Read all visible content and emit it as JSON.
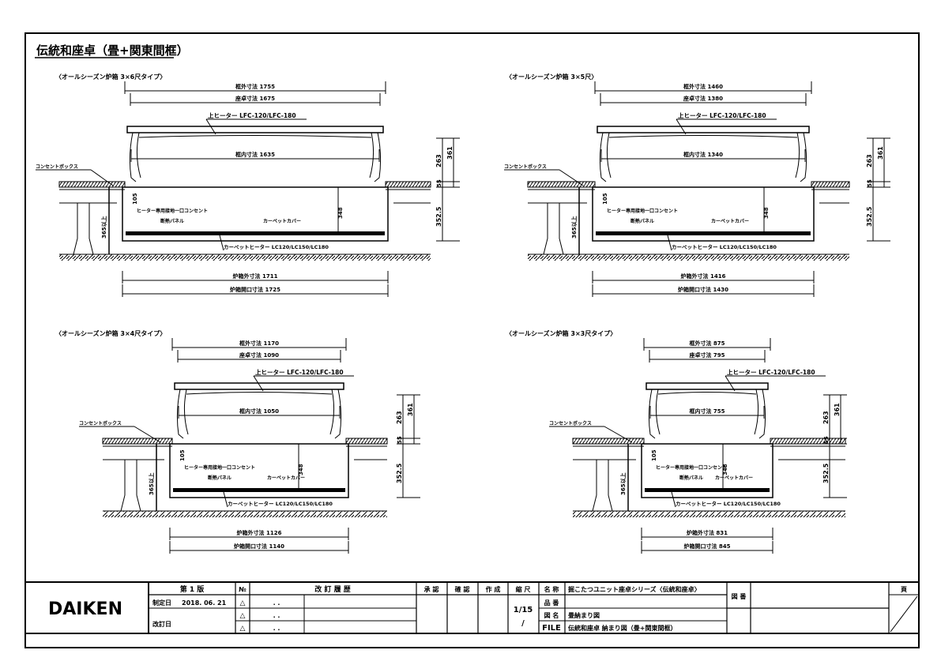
{
  "title": "伝統和座卓（畳+関東間框）",
  "labels": {
    "outlet_box": "コンセントボックス",
    "upper_heater": "上ヒーター LFC-120/LFC-180",
    "heater_outlet": "ヒーター専用接地一口コンセント",
    "insulation_panel": "断熱パネル",
    "carpet_cover": "カーペットカバー",
    "carpet_heater": "カーペットヒーター LC120/LC150/LC180",
    "height_348": "348",
    "height_105": "105",
    "height_365": "365以上",
    "right_dims": [
      "263",
      "361",
      "55",
      "352.5"
    ]
  },
  "sections": [
    {
      "heading": "〈オールシーズン炉箱 3×6尺タイプ〉",
      "outer": "框外寸法 1755",
      "seat": "座卓寸法 1675",
      "inner": "框内寸法 1635",
      "pit": "炉箱外寸法 1711",
      "opening": "炉箱開口寸法 1725"
    },
    {
      "heading": "〈オールシーズン炉箱 3×5尺〉",
      "outer": "框外寸法 1460",
      "seat": "座卓寸法 1380",
      "inner": "框内寸法 1340",
      "pit": "炉箱外寸法 1416",
      "opening": "炉箱開口寸法 1430"
    },
    {
      "heading": "〈オールシーズン炉箱 3×4尺タイプ〉",
      "outer": "框外寸法 1170",
      "seat": "座卓寸法 1090",
      "inner": "框内寸法 1050",
      "pit": "炉箱外寸法 1126",
      "opening": "炉箱開口寸法 1140"
    },
    {
      "heading": "〈オールシーズン炉箱 3×3尺タイプ〉",
      "outer": "框外寸法 875",
      "seat": "座卓寸法 795",
      "inner": "框内寸法 755",
      "pit": "炉箱外寸法 831",
      "opening": "炉箱開口寸法 845"
    }
  ],
  "titleblock": {
    "logo": "DAIKEN",
    "edition": "第 1 版",
    "created_label": "制定日",
    "created_date": "2018. 06. 21",
    "revised_label": "改訂日",
    "no_label": "№",
    "rev_mark": "△",
    "rev_date": ". .",
    "history_label": "改 訂 履 歴",
    "approve": "承 認",
    "check": "確 認",
    "make": "作 成",
    "scale_label": "縮 尺",
    "scale": "1/15",
    "scale2": "/",
    "name_label": "名 称",
    "name": "掘こたつユニット座卓シリーズ〈伝統和座卓〉",
    "part_label": "品 番",
    "drawing_label": "図 名",
    "drawing": "畳納まり図",
    "file_label": "FILE",
    "file": "伝統和座卓 納まり図（畳+関東間框）",
    "number_label": "図 番",
    "page_label": "頁"
  }
}
